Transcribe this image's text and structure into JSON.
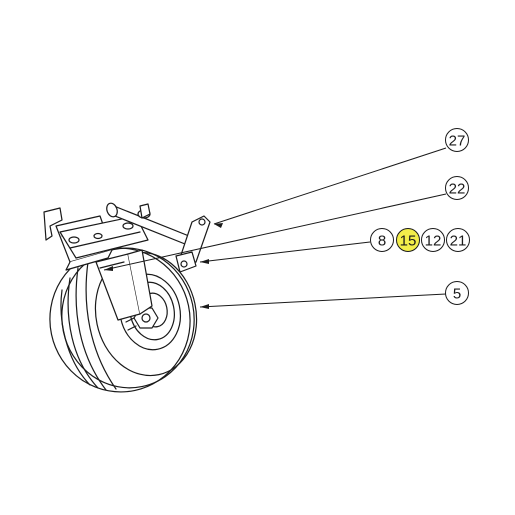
{
  "callouts": [
    {
      "id": "c27",
      "label": "27",
      "highlighted": false
    },
    {
      "id": "c22",
      "label": "22",
      "highlighted": false
    },
    {
      "id": "c8",
      "label": "8",
      "highlighted": false
    },
    {
      "id": "c15",
      "label": "15",
      "highlighted": true
    },
    {
      "id": "c12",
      "label": "12",
      "highlighted": false
    },
    {
      "id": "c21",
      "label": "21",
      "highlighted": false
    },
    {
      "id": "c5",
      "label": "5",
      "highlighted": false
    }
  ],
  "colors": {
    "line": "#1a1a1a",
    "highlight": "#f3ee4a",
    "background": "#ffffff"
  }
}
